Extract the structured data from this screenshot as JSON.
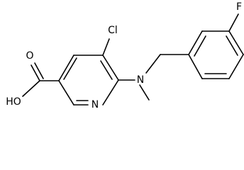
{
  "molecule": {
    "labels": {
      "ho": "HO",
      "o_carbonyl": "O",
      "n_ring": "N",
      "n_amine": "N",
      "cl": "Cl",
      "f": "F"
    }
  }
}
